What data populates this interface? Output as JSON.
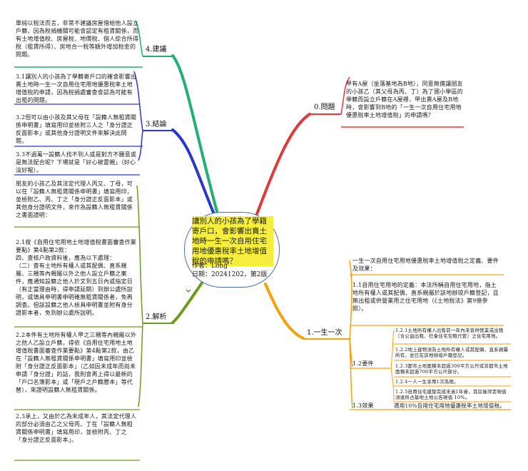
{
  "center": {
    "title": "讓別人的小孩為了學籍寄戶口，會影響出賣土地時一生一次自用住宅用地優惠稅率土地增值稅的申請嗎？",
    "author": "作者：Long",
    "date": "日期：20241202，第2版"
  },
  "branches": {
    "question": {
      "label": "0.問題",
      "text": "甲有A屋（坐落基地為B地），同意無償讓朋友的小孩乙（其父母為丙、丁）為了國小學區的學籍而設立戶籍在A屋裡，甲出賣A屋及B地時，會影響到B地的「一生一次自用住宅用地優惠稅率土地增值稅」的申請嗎？"
    },
    "once": {
      "label": "1.一生一次",
      "intro": "一生一次自用住宅用地優惠稅率土地增值稅之定義、要件及效果：",
      "def": "1.1自用住宅用地的定義：本法所稱自用住宅用地，指土地所有權人或其配偶、直系親屬於該地辦竣戶籍登記，且無出租或供營業用之住宅用地（《土地稅法》第9條參照）。",
      "req_label": "1.2要件",
      "reqs": [
        "1.2.1土地所有權人出售前一年內未曾供營業或出租（含公益出租、社會住宅包租代管）之住宅用地。",
        "1.2.2地上建物須為土地所有權人或其配偶、直系親屬所有，並已在該地辦竣戶籍登記。",
        "1.2.3都市土地面積未超過300平方公尺或非都市土地面積未超過700平方公尺部分。",
        "1.2.4一人一生享用1次為限。",
        "1.2.5自用住宅建築完成未逾1年者，其房屋評定現值須達所占基地土地公告現值 10%。"
      ],
      "effect_label": "1.3效果",
      "effect": "適用10%自用住宅用地優惠稅率土地增值稅。"
    },
    "analysis": {
      "label": "2.解析",
      "intro": "朋友的小孩乙及其法定代理人丙又、丁母，可以在「設籍人無租賃關係申明書」填寫用印，並檢附乙、丙、丁之「身分證正反面影本」或其他身分證明文件，來作為設籍人無租賃關係之書面證明：",
      "p1": "2.1按《自用住宅用地土地增值稅書面審查作業要點》第4點第2款：\n四、查核户政資料後，應為以下處理：\n（二）查有土地所有權人或其配偶、直系親屬、三親等內親屬以外之他人設立戶籍之案件，應通知設籍之他人於文到五日內或指定日（有正當理由時，得申請延期）到辦公處所說明，或填具申明書申明確無租賃關係者，免再調查。但該設籍之他人檢具申明書並附有身分證影本者，免到辦公處所說明。",
      "p2": "2.2本件有土地所有權人甲之三親等內親屬以外之他人乙設立戶籍，得依《自用住宅用地土地增值稅書面審查作業要點》第4點第2款，由乙在「設籍人無租賃關係申明書」填寫用印並檢附「身分證正反面影本」（乙如因未成年而尚未申請「身分證」的話，我則會再上得以最新的「戶口名簿影本」或「現戶之戶籍謄本」等代替），來證明設籍人無租賃關係。",
      "p3": "2.3承上，又由於乙為未成年人，其法定代理人的部分必須由乙之父母丙、丁在「設籍人無租賃關係申明書」填寫用印，並檢附丙、丁之「身分證正反面影本」。"
    },
    "conclusion": {
      "label": "3.結論",
      "p1": "3.1讓別人的小孩為了學籍寄戶口的確會影響出賣土地時一生一次自用住宅用地優惠稅率土地增值稅的申請，因為稅捐處審查會認為可能有出租的問題。",
      "p2": "3.2但可以由小孩及其父母在「設籍人無租賃關係申明書」填寫用印並檢附三人之「身分證正反面影本」或其他身分證明文件來解決此問題。",
      "p3": "3.3不過萬一設籍人找不到人或是對方不願意或是無法配合呢？下場就是「好心被雷親」（好心沒好報）。"
    },
    "suggestion": {
      "label": "4.建議",
      "text": "單純以稅法而言，非常不建議房屋借給他人設立戶籍，因為稅捐機關可能會認定有租賃關係，而有土地增值稅、房屋稅、地價稅、個人綜合所得稅（租賃所得）、房地合一稅等額外增加稅金的問題。"
    }
  },
  "colors": {
    "question": "#e23a3a",
    "once": "#f2a20a",
    "analysis": "#6c9c1c",
    "conclusion": "#2a37c8",
    "suggestion": "#20b070",
    "center_border": "#4a6fa5",
    "highlight": "#f6ee3c"
  }
}
